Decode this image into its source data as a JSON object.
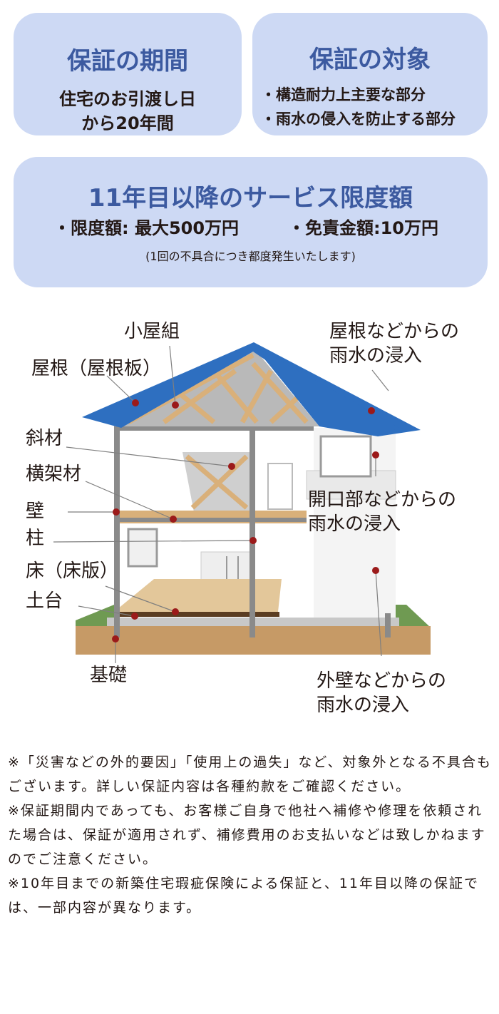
{
  "period": {
    "title": "保証の期間",
    "lines": [
      "住宅のお引渡し日",
      "から20年間"
    ]
  },
  "target": {
    "title": "保証の対象",
    "items": [
      "・構造耐力上主要な部分",
      "・雨水の侵入を防止する部分"
    ]
  },
  "service": {
    "title": "11年目以降のサービス限度額",
    "limit": "・限度額: 最大500万円",
    "deductible": "・免責金額:10万円",
    "note": "(1回の不具合につき都度発生いたします)"
  },
  "diagram": {
    "labels": {
      "koyagumi": "小屋組",
      "yane": "屋根（屋根板）",
      "shazai": "斜材",
      "yokokazai": "横架材",
      "kabe": "壁",
      "hashira": "柱",
      "yuka": "床（床版）",
      "dodai": "土台",
      "kiso": "基礎",
      "roof_rain": [
        "屋根などからの",
        "雨水の浸入"
      ],
      "opening_rain": [
        "開口部などからの",
        "雨水の浸入"
      ],
      "wall_rain": [
        "外壁などからの",
        "雨水の浸入"
      ]
    },
    "colors": {
      "roof": "#2e6fc0",
      "beam": "#d9b07a",
      "wall": "#ffffff",
      "grass": "#6f9a52",
      "ground": "#c69a66",
      "frame": "#8a8a8a",
      "dot": "#9b1a1a"
    }
  },
  "notes": [
    "※「災害などの外的要因」「使用上の過失」など、対象外となる不具合もございます。詳しい保証内容は各種約款をご確認ください。",
    "※保証期間内であっても、お客様ご自身で他社へ補修や修理を依頼された場合は、保証が適用されず、補修費用のお支払いなどは致しかねますのでご注意ください。",
    "※10年目までの新築住宅瑕疵保険による保証と、11年目以降の保証では、一部内容が異なります。"
  ]
}
